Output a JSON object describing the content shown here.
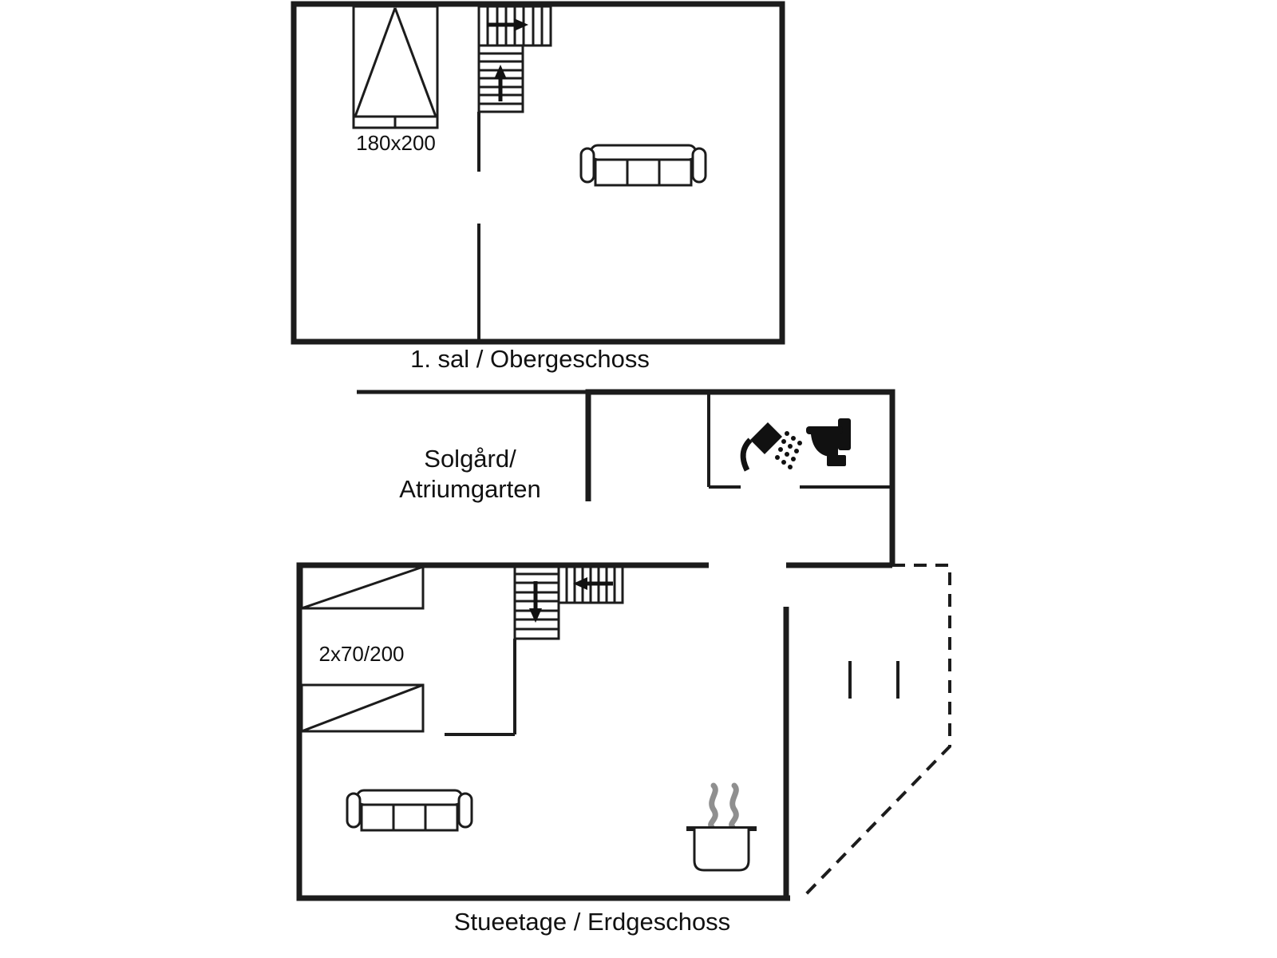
{
  "colors": {
    "background": "#ffffff",
    "wall": "#1c1c1c",
    "text": "#111111",
    "steam": "#8f8f8f"
  },
  "upper_floor": {
    "caption": "1. sal / Obergeschoss",
    "bed_size_label": "180x200"
  },
  "atrium": {
    "label_line1": "Solgård/",
    "label_line2": "Atriumgarten"
  },
  "ground_floor": {
    "caption": "Stueetage / Erdgeschoss",
    "bunk_size_label": "2x70/200"
  },
  "icons": {
    "double_bed": "double-bed-icon",
    "bunk_bed": "bunk-bed-icon",
    "sofa": "sofa-icon",
    "stairs_up": "stairs-up-icon",
    "stairs_down": "stairs-down-icon",
    "shower": "shower-icon",
    "toilet": "toilet-icon",
    "cooking_pot": "cooking-pot-icon",
    "steam": "steam-icon"
  }
}
